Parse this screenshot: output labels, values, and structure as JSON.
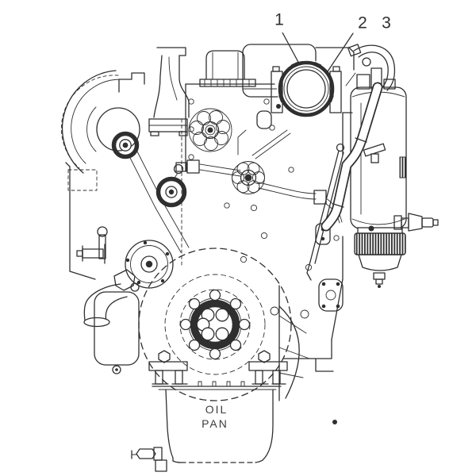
{
  "diagram": {
    "background_color": "#ffffff",
    "line_color": "#2f2f2f",
    "callouts": [
      {
        "label": "1"
      },
      {
        "label": "2"
      },
      {
        "label": "3"
      }
    ],
    "part_labels": {
      "oil_pan": {
        "line1": "OIL",
        "line2": "PAN"
      }
    }
  }
}
